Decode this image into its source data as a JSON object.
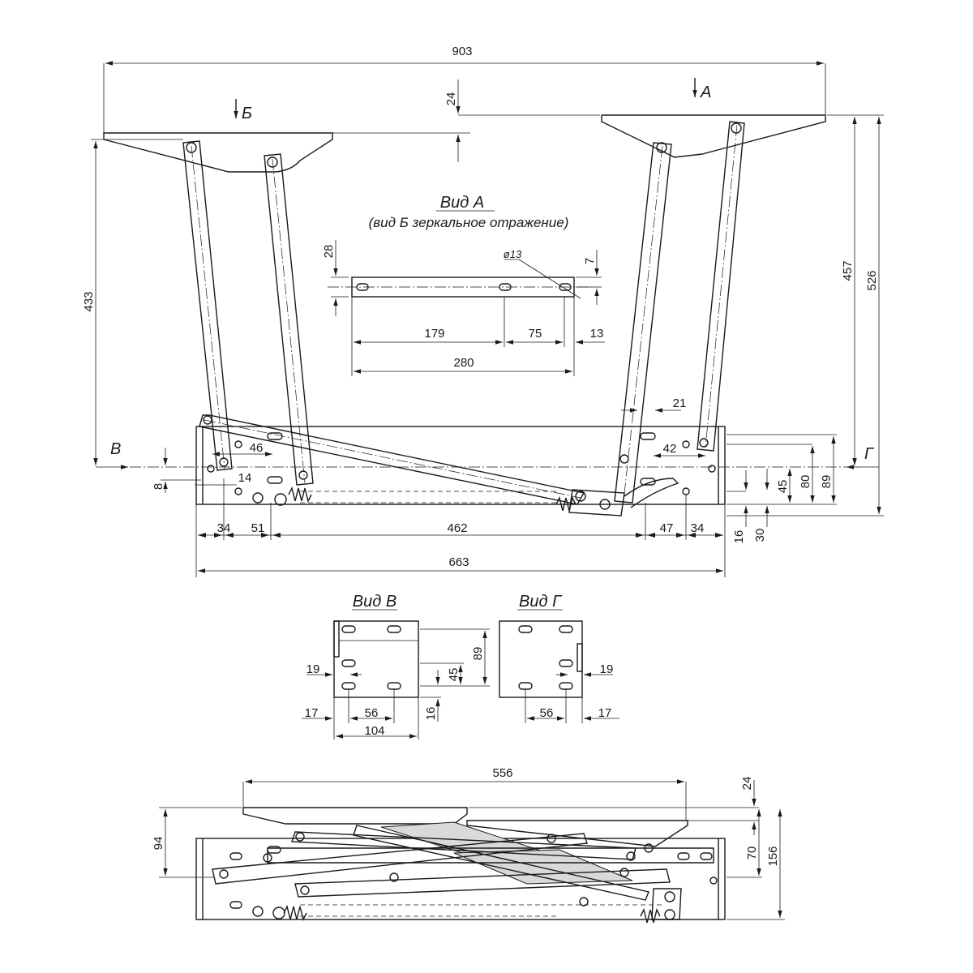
{
  "top": {
    "overall_width": "903",
    "plate_offset": "24",
    "left_height": "433",
    "right_height_457": "457",
    "right_height_526": "526",
    "view_arrow_a": "А",
    "view_arrow_b": "Б",
    "view_arrow_v": "В",
    "view_arrow_g": "Г",
    "dim_46": "46",
    "dim_14": "14",
    "dim_8": "8",
    "dim_21": "21",
    "dim_42": "42",
    "dim_45": "45",
    "dim_80": "80",
    "dim_89": "89",
    "dim_16": "16",
    "dim_30": "30",
    "bottom_dims": [
      "34",
      "51",
      "462",
      "47",
      "34"
    ],
    "base_width": "663"
  },
  "view_a": {
    "title": "Вид А",
    "subtitle": "(вид Б зеркальное отражение)",
    "height": "28",
    "hole": "ø13",
    "hole_offset": "7",
    "dims": [
      "179",
      "75",
      "13"
    ],
    "total": "280"
  },
  "view_v": {
    "title": "Вид В",
    "dim_19": "19",
    "dim_45": "45",
    "dim_89": "89",
    "dim_16": "16",
    "dim_17": "17",
    "dim_56": "56",
    "dim_104": "104"
  },
  "view_g": {
    "title": "Вид Г",
    "dim_19": "19",
    "dim_56": "56",
    "dim_17": "17"
  },
  "folded": {
    "top_width": "556",
    "plate_offset": "24",
    "left_height": "94",
    "right_70": "70",
    "right_156": "156"
  }
}
